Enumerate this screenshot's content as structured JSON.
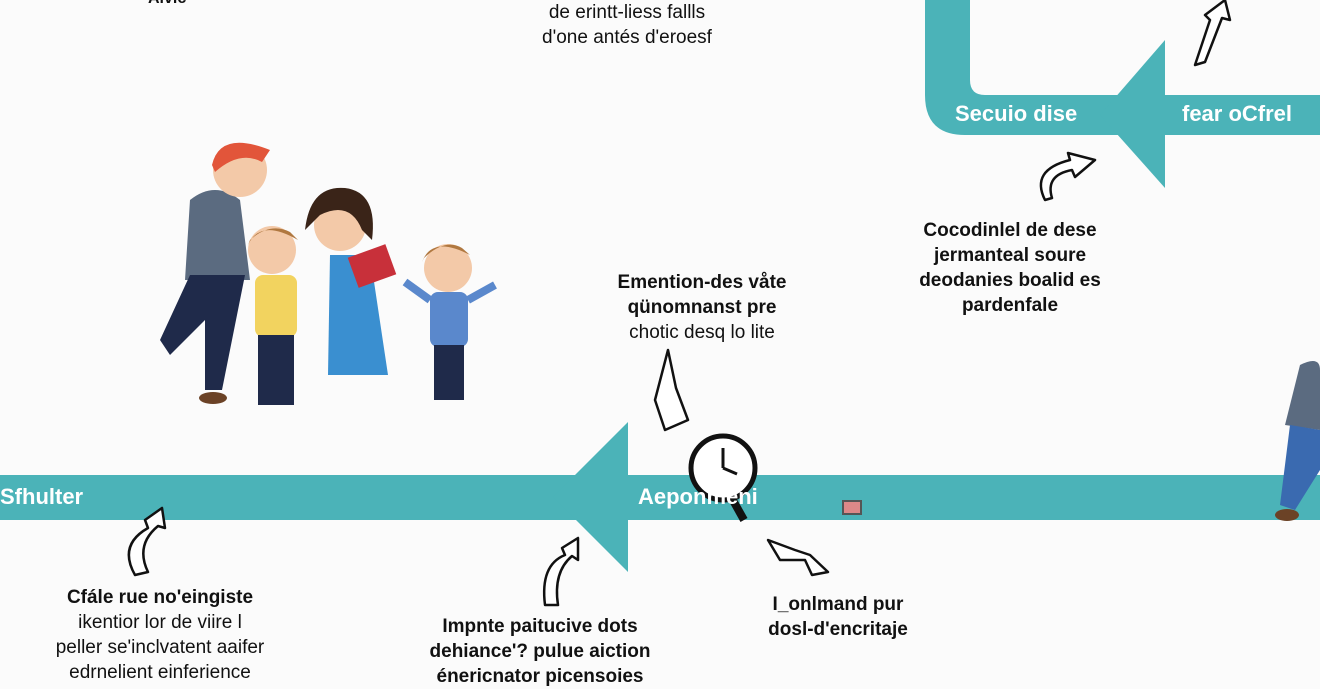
{
  "colors": {
    "teal": "#4bb3b8",
    "background": "#fbfbfb",
    "text": "#111111"
  },
  "top_left_fragment": "Alvic",
  "top_center_text": [
    "de erintt-liess fallls",
    "d'one antés d'eroesf"
  ],
  "top_right_labels": {
    "left": "Secuio dise",
    "right": "fear oCfrel"
  },
  "right_middle_text": [
    "Cocodinlel de dese",
    "jermanteal soure",
    "deodanies boalid es",
    "pardenfale"
  ],
  "center_text": [
    "Emention-des våte",
    "qünomnanst pre",
    "chotic desq lo lite"
  ],
  "main_bar_labels": {
    "left": "Sfhulter",
    "center": "Aeponmeni"
  },
  "bottom_left_text": [
    "Cfále rue no'eingiste",
    "ikentior lor de viire l",
    "peller se'inclvatent aaifer",
    "edrnelient einferience"
  ],
  "bottom_center_text": [
    "Impnte paitucive dots",
    "dehiance'? pulue aiction",
    "énericnator picensoies"
  ],
  "bottom_right_text": [
    "I_onlmand pur",
    "dosl-d'encritaje"
  ],
  "icons": [
    "family-illustration",
    "clock-magnifier-icon",
    "curved-arrow-icon",
    "person-illustration",
    "small-card-icon"
  ]
}
